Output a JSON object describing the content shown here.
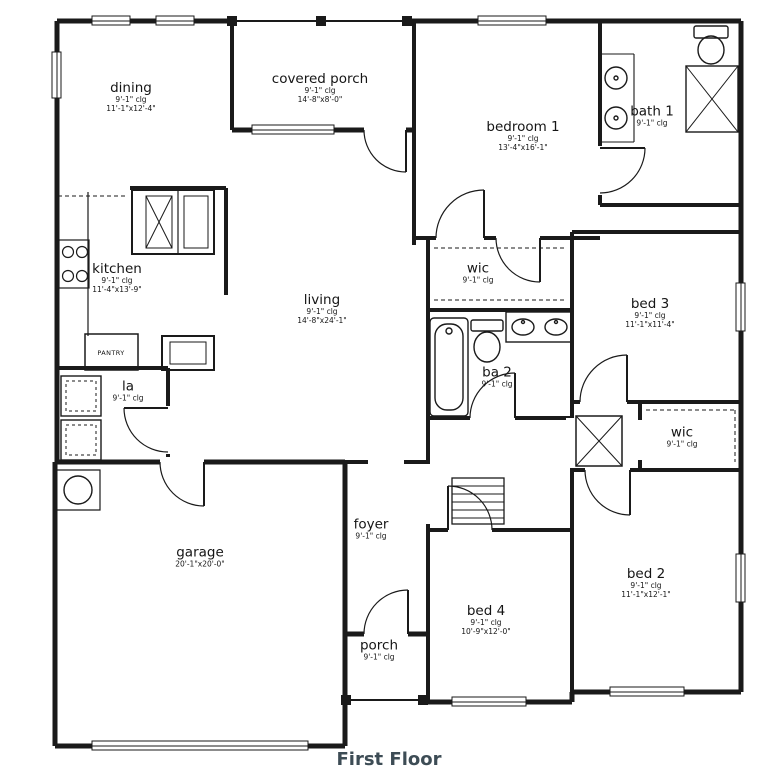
{
  "title": "First Floor",
  "colors": {
    "walls": "#1a1a1a",
    "title": "#3d4c55",
    "background": "#ffffff"
  },
  "labels": {
    "pantry": "PANTRY"
  },
  "rooms": [
    {
      "id": "dining",
      "name": "dining",
      "clg": "9'-1\" clg",
      "dims": "11'-1\"x12'-4\""
    },
    {
      "id": "covered-porch",
      "name": "covered porch",
      "clg": "9'-1\" clg",
      "dims": "14'-8\"x8'-0\""
    },
    {
      "id": "bedroom-1",
      "name": "bedroom 1",
      "clg": "9'-1\" clg",
      "dims": "13'-4\"x16'-1\""
    },
    {
      "id": "bath-1",
      "name": "bath 1",
      "clg": "9'-1\" clg",
      "dims": ""
    },
    {
      "id": "kitchen",
      "name": "kitchen",
      "clg": "9'-1\" clg",
      "dims": "11'-4\"x13'-9\""
    },
    {
      "id": "living",
      "name": "living",
      "clg": "9'-1\" clg",
      "dims": "14'-8\"x24'-1\""
    },
    {
      "id": "wic-1",
      "name": "wic",
      "clg": "9'-1\" clg",
      "dims": ""
    },
    {
      "id": "bed-3",
      "name": "bed 3",
      "clg": "9'-1\" clg",
      "dims": "11'-1\"x11'-4\""
    },
    {
      "id": "ba-2",
      "name": "ba 2",
      "clg": "9'-1\" clg",
      "dims": ""
    },
    {
      "id": "laundry",
      "name": "la",
      "clg": "9'-1\" clg",
      "dims": ""
    },
    {
      "id": "wic-2",
      "name": "wic",
      "clg": "9'-1\" clg",
      "dims": ""
    },
    {
      "id": "garage",
      "name": "garage",
      "clg": "",
      "dims": "20'-1\"x20'-0\""
    },
    {
      "id": "foyer",
      "name": "foyer",
      "clg": "9'-1\" clg",
      "dims": ""
    },
    {
      "id": "bed-4",
      "name": "bed 4",
      "clg": "9'-1\" clg",
      "dims": "10'-9\"x12'-0\""
    },
    {
      "id": "bed-2",
      "name": "bed 2",
      "clg": "9'-1\" clg",
      "dims": "11'-1\"x12'-1\""
    },
    {
      "id": "porch",
      "name": "porch",
      "clg": "9'-1\" clg",
      "dims": ""
    }
  ],
  "fixtures": [
    "toilet",
    "sink",
    "double-vanity",
    "shower",
    "bathtub",
    "cooktop",
    "kitchen-cabinets",
    "island",
    "washer",
    "dryer",
    "water-heater",
    "attic-ladder",
    "hvac-closet",
    "closet-shelves",
    "door",
    "window",
    "porch-post"
  ]
}
